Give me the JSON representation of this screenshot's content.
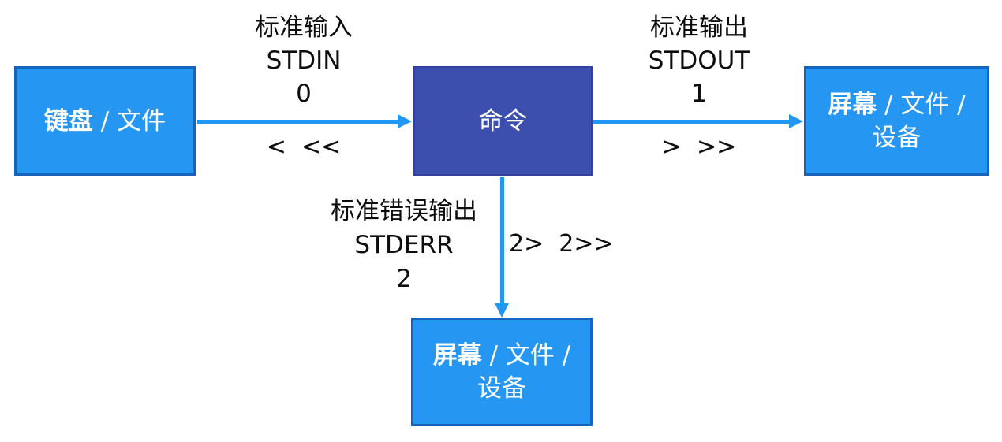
{
  "diagram": {
    "colors": {
      "node_fill": "#2597f3",
      "node_border": "#1565c0",
      "command_fill": "#3c4fae",
      "arrow": "#2196f3",
      "label_text": "#0d0d0d",
      "node_text": "#ffffff"
    },
    "nodes": {
      "input": {
        "bold": "键盘",
        "rest": " / 文件"
      },
      "command": {
        "label": "命令"
      },
      "stdout": {
        "bold": "屏幕",
        "rest": " / 文件 /",
        "line2": "设备"
      },
      "stderr": {
        "bold": "屏幕",
        "rest": " / 文件 /",
        "line2": "设备"
      }
    },
    "edges": {
      "stdin": {
        "name_cn": "标准输入",
        "name_en": "STDIN",
        "fd": "0",
        "operators": "<  <<"
      },
      "stdout": {
        "name_cn": "标准输出",
        "name_en": "STDOUT",
        "fd": "1",
        "operators": ">  >>"
      },
      "stderr": {
        "name_cn": "标准错误输出",
        "name_en": "STDERR",
        "fd": "2",
        "operators": "2>  2>>"
      }
    }
  }
}
